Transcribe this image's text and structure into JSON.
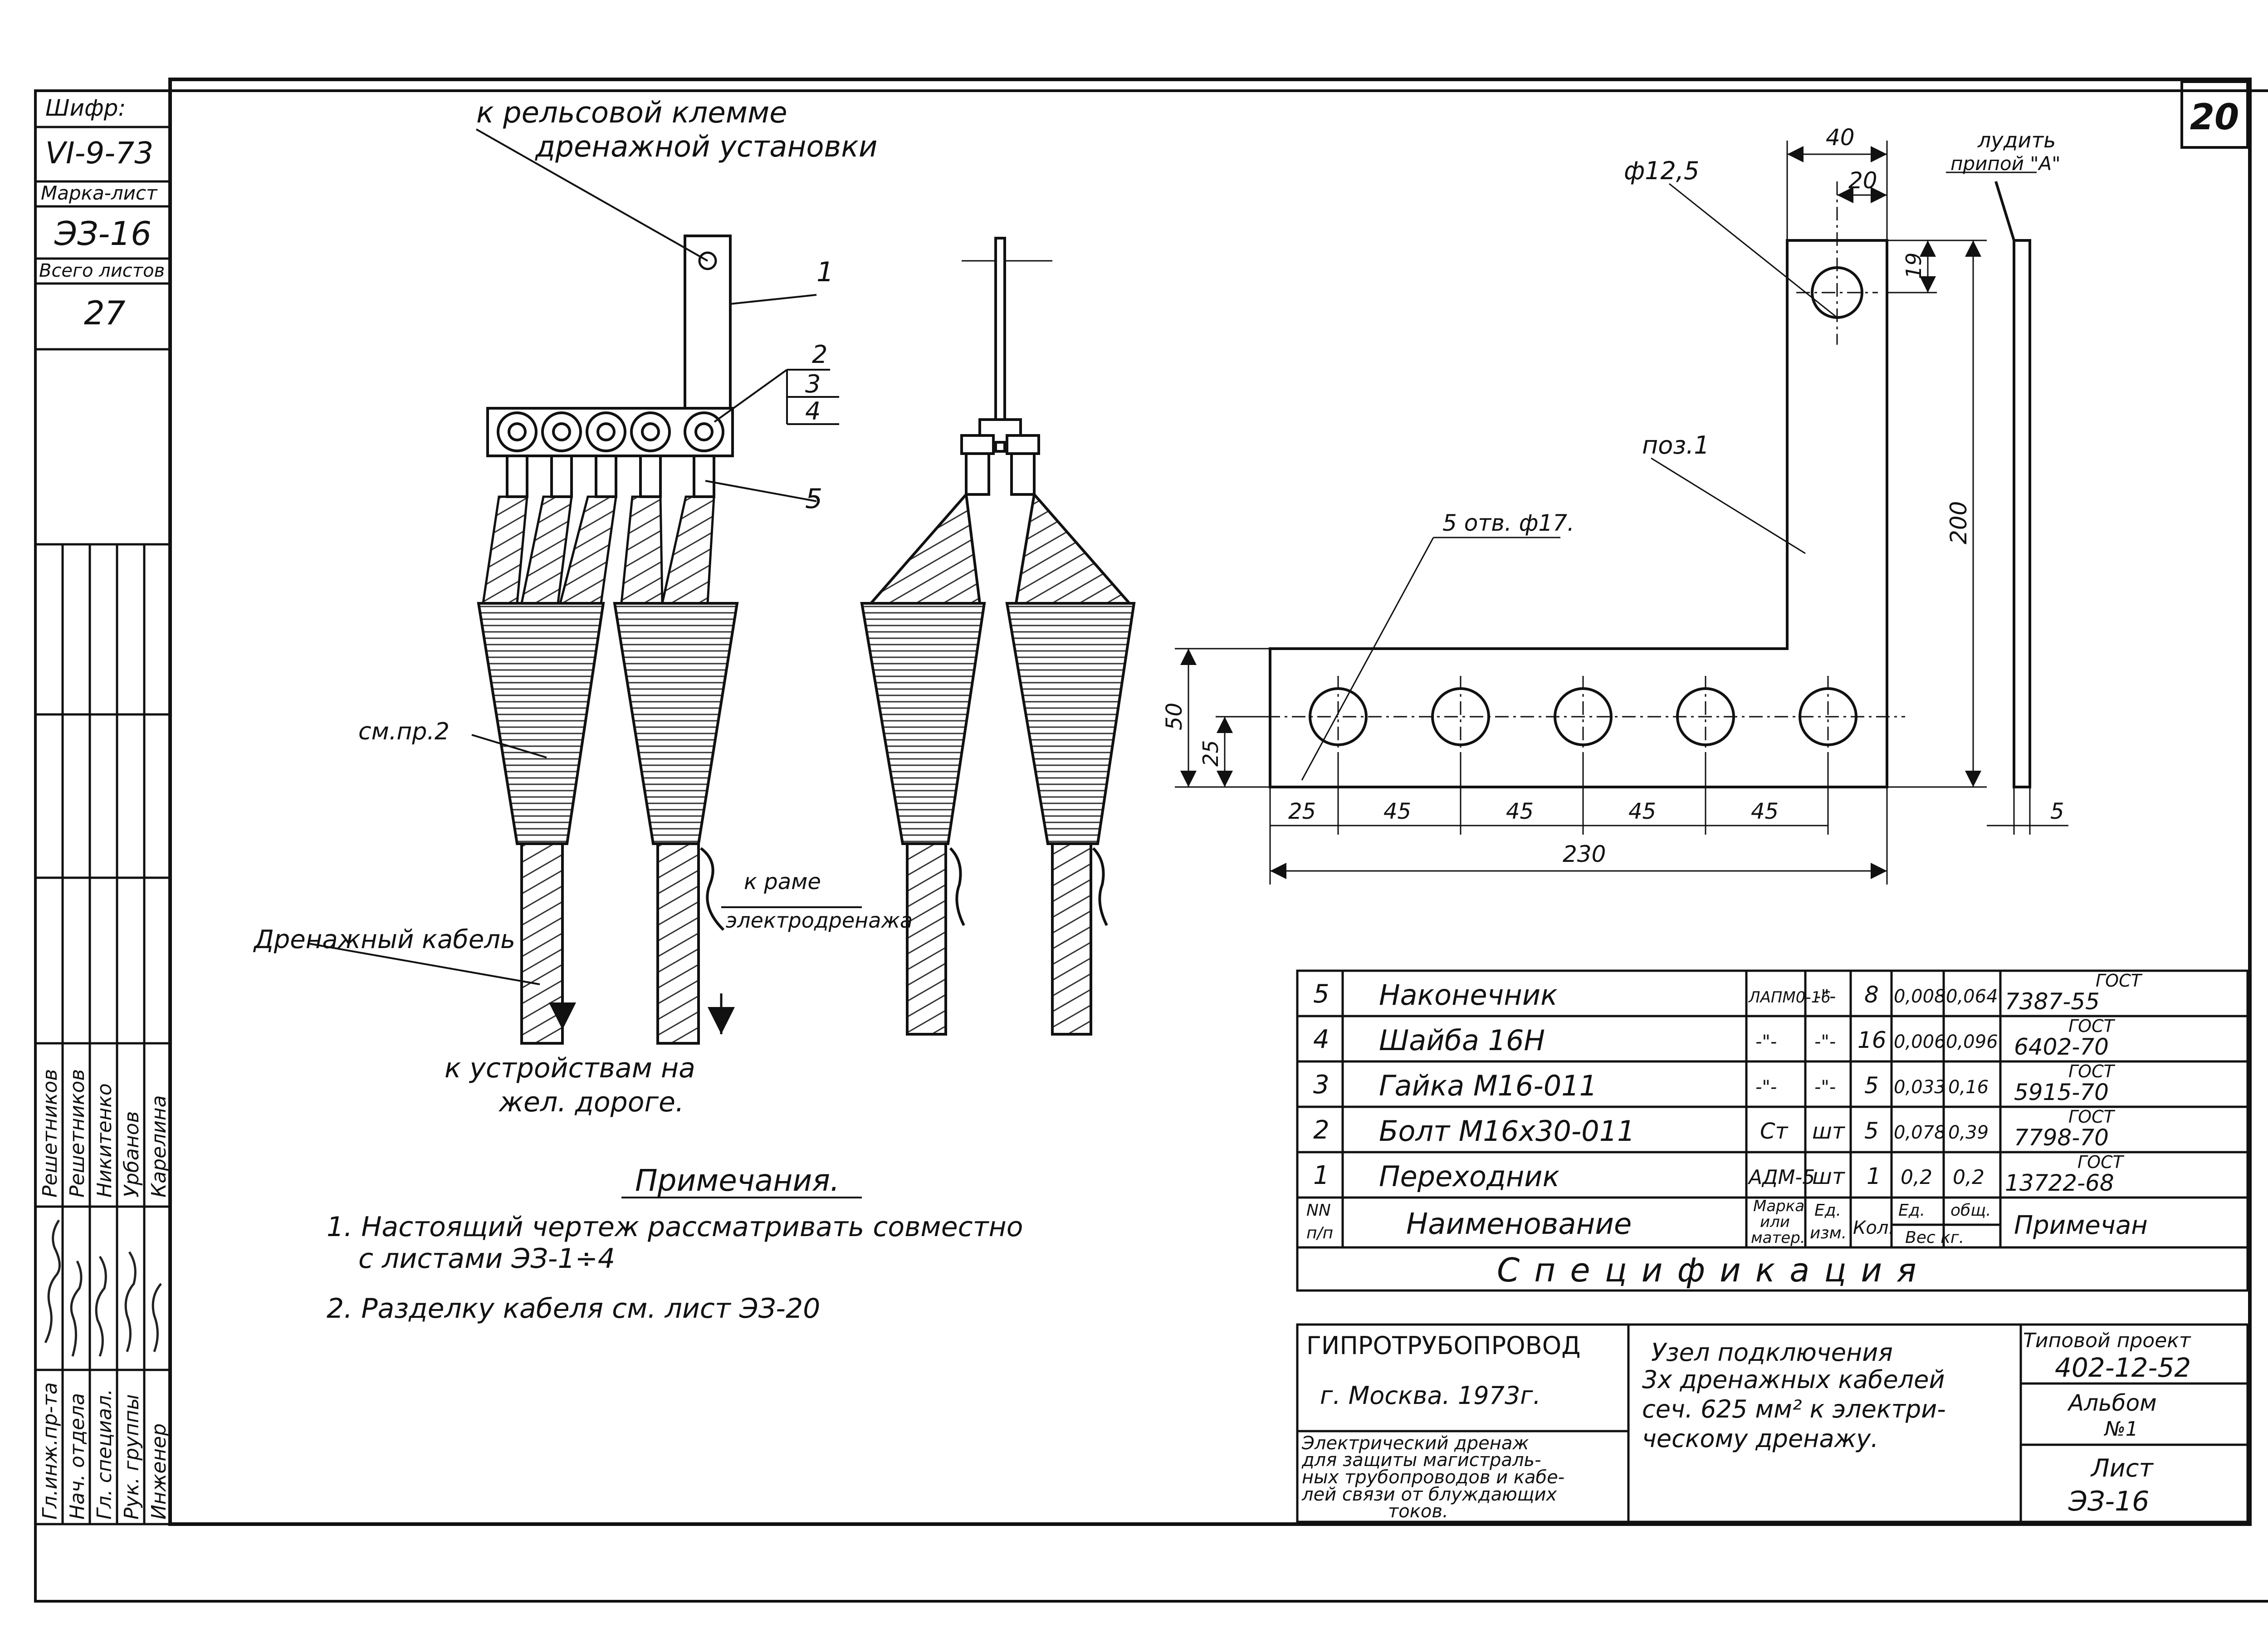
{
  "sheet_number": "20",
  "stamp_left": {
    "cipher_label": "Шифр:",
    "cipher_value": "VI-9-73",
    "mark_label": "Марка-лист",
    "mark_value": "ЭЗ-16",
    "total_label": "Всего листов",
    "total_value": "27"
  },
  "signatures": [
    {
      "role": "Гл.инж.пр-та",
      "name": "Решетников"
    },
    {
      "role": "Нач. отдела",
      "name": "Решетников"
    },
    {
      "role": "Гл. специал.",
      "name": "Никитенко"
    },
    {
      "role": "Рук. группы",
      "name": "Урбанов"
    },
    {
      "role": "Инженер",
      "name": "Карелина"
    }
  ],
  "callouts": {
    "top_line1": "к рельсовой клемме",
    "top_line2": "дренажной установки",
    "pos1": "1",
    "pos2": "2",
    "pos3": "3",
    "pos4": "4",
    "pos5": "5",
    "see_note": "см.пр.2",
    "drain_cable": "Дренажный кабель",
    "to_frame_1": "к раме",
    "to_frame_2": "электродренажа",
    "to_devices_1": "к устройствам на",
    "to_devices_2": "жел. дороге."
  },
  "plate": {
    "hole_dia": "ф12,5",
    "dim_40": "40",
    "dim_20": "20",
    "dim_19": "19",
    "dim_200": "200",
    "dim_50": "50",
    "dim_25v": "25",
    "dim_25": "25",
    "dim_45a": "45",
    "dim_45b": "45",
    "dim_45c": "45",
    "dim_45d": "45",
    "dim_230": "230",
    "dim_5": "5",
    "pos_label": "поз.1",
    "holes_label": "5 отв. ф17.",
    "tin_1": "лудить",
    "tin_2": "припой \"А\""
  },
  "notes": {
    "title": "Примечания.",
    "n1_line1": "1. Настоящий чертеж рассматривать совместно",
    "n1_line2": "с листами ЭЗ-1÷4",
    "n2": "2. Разделку кабеля см. лист ЭЗ-20"
  },
  "spec": {
    "title": "Спецификация",
    "header": {
      "num_1": "NN",
      "num_2": "п/п",
      "name": "Наименование",
      "mat_1": "Марка",
      "mat_2": "или",
      "mat_3": "матер.",
      "unit_1": "Ед.",
      "unit_2": "изм.",
      "qty": "Кол.",
      "w_1": "Ед.",
      "w_2": "общ.",
      "w_3": "Вес кг.",
      "note": "Примечан"
    },
    "rows": [
      {
        "n": "5",
        "name": "Наконечник",
        "mat": "ЛАПМ0-16",
        "unit": "-\"-",
        "qty": "8",
        "w1": "0,008",
        "w2": "0,064",
        "note1": "ГОСТ",
        "note2": "7387-55"
      },
      {
        "n": "4",
        "name": "Шайба 16Н",
        "mat": "-\"-",
        "unit": "-\"-",
        "qty": "16",
        "w1": "0,006",
        "w2": "0,096",
        "note1": "ГОСТ",
        "note2": "6402-70"
      },
      {
        "n": "3",
        "name": "Гайка М16-011",
        "mat": "-\"-",
        "unit": "-\"-",
        "qty": "5",
        "w1": "0,033",
        "w2": "0,16",
        "note1": "ГОСТ",
        "note2": "5915-70"
      },
      {
        "n": "2",
        "name": "Болт М16х30-011",
        "mat": "Ст",
        "unit": "шт",
        "qty": "5",
        "w1": "0,078",
        "w2": "0,39",
        "note1": "ГОСТ",
        "note2": "7798-70"
      },
      {
        "n": "1",
        "name": "Переходник",
        "mat": "АДМ-5",
        "unit": "шт",
        "qty": "1",
        "w1": "0,2",
        "w2": "0,2",
        "note1": "ГОСТ",
        "note2": "13722-68"
      }
    ]
  },
  "title_block": {
    "org": "ГИПРОТРУБОПРОВОД",
    "city": "г. Москва. 1973г.",
    "topic_1": "Электрический дренаж",
    "topic_2": "для защиты магистраль-",
    "topic_3": "ных трубопроводов и кабе-",
    "topic_4": "лей связи от блуждающих",
    "topic_5": "токов.",
    "title_1": "Узел подключения",
    "title_2": "3х дренажных кабелей",
    "title_3": "сеч. 625 мм² к электри-",
    "title_4": "ческому дренажу.",
    "project_label": "Типовой проект",
    "project_value": "402-12-52",
    "album_label": "Альбом",
    "album_value": "№1",
    "sheet_label": "Лист",
    "sheet_value": "ЭЗ-16"
  }
}
